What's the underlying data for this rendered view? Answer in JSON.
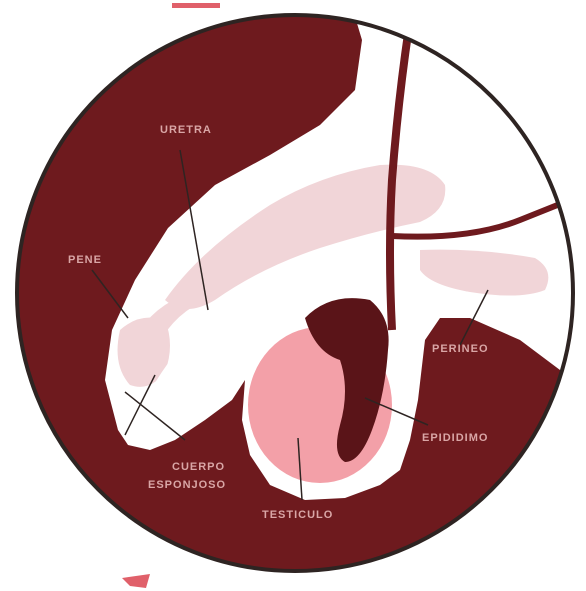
{
  "labels": {
    "uretra": "URETRA",
    "pene": "PENE",
    "perineo": "PERINEO",
    "epididimo": "EPIDIDIMO",
    "testiculo": "TESTICULO",
    "cuerpo": "CUERPO",
    "esponjoso": "ESPONJOSO"
  },
  "colors": {
    "tissue": "#6e1a1e",
    "tissue_dark": "#5a1418",
    "pale": "#f1d5d8",
    "testis": "#f3a0a8",
    "outline": "#2e2422",
    "background": "#ffffff",
    "label": "#d9a6a6"
  }
}
